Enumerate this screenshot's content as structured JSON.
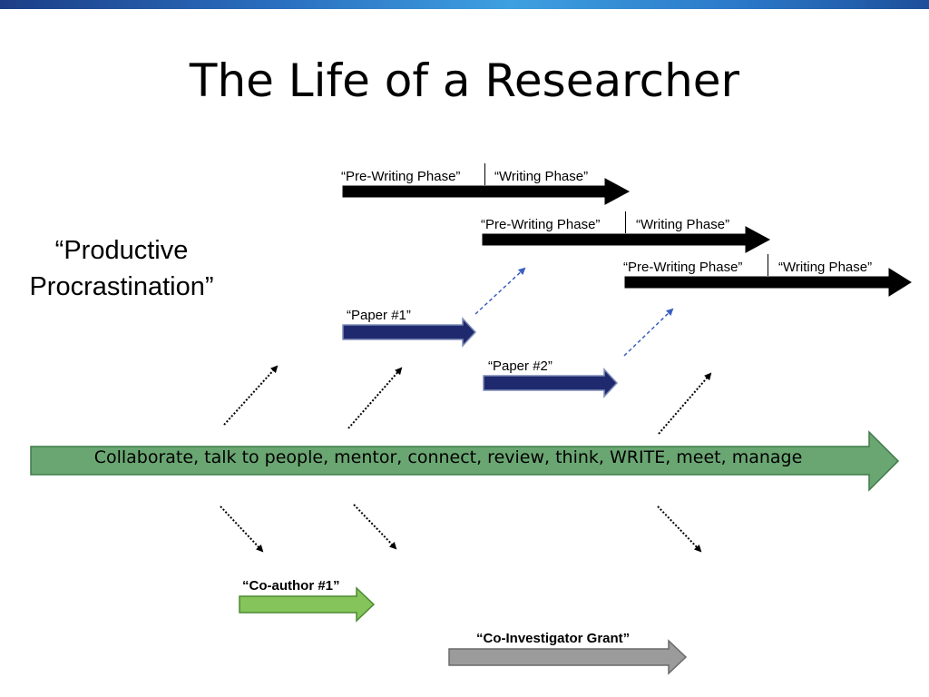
{
  "slide": {
    "title": "The Life of a Researcher",
    "productive_procrastination": "“Productive Procrastination”"
  },
  "phases": [
    {
      "pre_writing": "“Pre-Writing Phase”",
      "writing": "“Writing Phase”"
    },
    {
      "pre_writing": "“Pre-Writing Phase”",
      "writing": "“Writing Phase”"
    },
    {
      "pre_writing": "“Pre-Writing Phase”",
      "writing": "“Writing Phase”"
    }
  ],
  "papers": [
    {
      "label": "“Paper #1”"
    },
    {
      "label": "“Paper #2”"
    }
  ],
  "main_arrow": {
    "label": "Collaborate, talk to people, mentor, connect, review, think, WRITE, meet, manage"
  },
  "outputs": {
    "coauthor": "“Co-author #1”",
    "grant": "“Co-Investigator Grant”"
  },
  "colors": {
    "phase_arrow": "#000000",
    "paper_arrow": "#1f2a6e",
    "main_arrow": "#6aa672",
    "coauthor_arrow": "#84c45a",
    "grant_arrow": "#9b9b9b",
    "dashed_link": "#3a5fc0"
  }
}
